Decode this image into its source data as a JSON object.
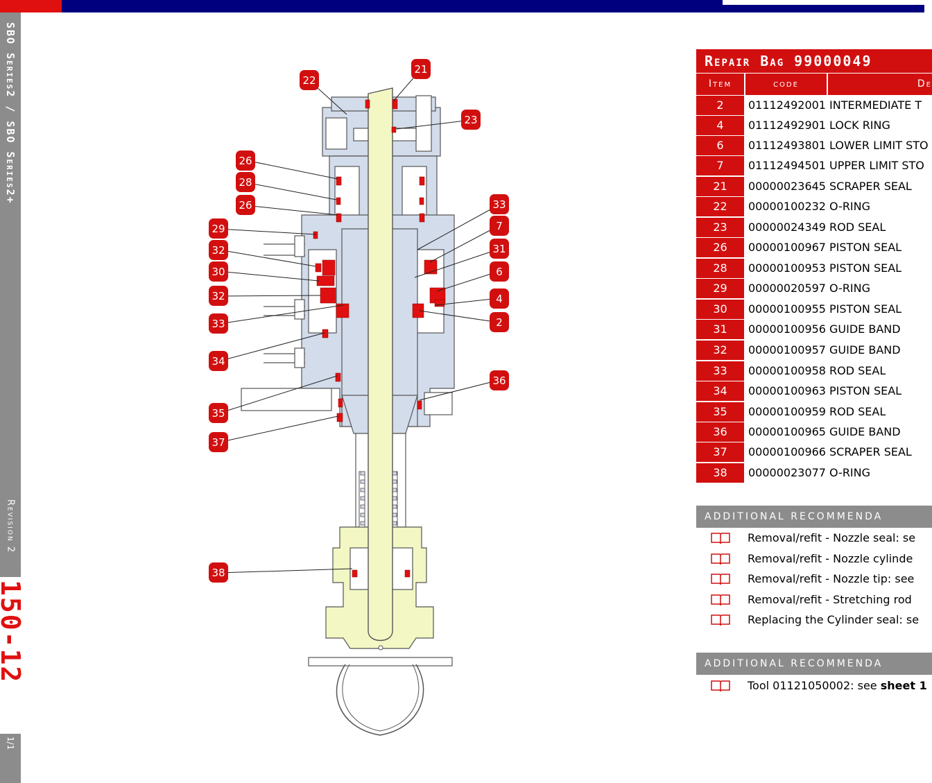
{
  "sidebar": {
    "series": "SBO Series2 / SBO Series2+",
    "revision": "Revision 2",
    "page_number": "150-12",
    "page_sub": "1/1"
  },
  "callouts": [
    "21",
    "22",
    "23",
    "26",
    "28",
    "26",
    "33",
    "7",
    "29",
    "31",
    "32",
    "6",
    "30",
    "4",
    "32",
    "2",
    "33",
    "34",
    "36",
    "35",
    "37",
    "38"
  ],
  "repair_bag": {
    "title": "Repair Bag 99000049",
    "headers": {
      "item": "Item",
      "code": "code",
      "description": "De"
    },
    "rows": [
      {
        "item": "2",
        "code": "01112492001",
        "description": "INTERMEDIATE T"
      },
      {
        "item": "4",
        "code": "01112492901",
        "description": "LOCK RING"
      },
      {
        "item": "6",
        "code": "01112493801",
        "description": "LOWER LIMIT STO"
      },
      {
        "item": "7",
        "code": "01112494501",
        "description": "UPPER LIMIT STO"
      },
      {
        "item": "21",
        "code": "00000023645",
        "description": "SCRAPER SEAL"
      },
      {
        "item": "22",
        "code": "00000100232",
        "description": "O-RING"
      },
      {
        "item": "23",
        "code": "00000024349",
        "description": "ROD SEAL"
      },
      {
        "item": "26",
        "code": "00000100967",
        "description": "PISTON SEAL"
      },
      {
        "item": "28",
        "code": "00000100953",
        "description": "PISTON SEAL"
      },
      {
        "item": "29",
        "code": "00000020597",
        "description": "O-RING"
      },
      {
        "item": "30",
        "code": "00000100955",
        "description": "PISTON SEAL"
      },
      {
        "item": "31",
        "code": "00000100956",
        "description": "GUIDE BAND"
      },
      {
        "item": "32",
        "code": "00000100957",
        "description": "GUIDE BAND"
      },
      {
        "item": "33",
        "code": "00000100958",
        "description": "ROD SEAL"
      },
      {
        "item": "34",
        "code": "00000100963",
        "description": "PISTON SEAL"
      },
      {
        "item": "35",
        "code": "00000100959",
        "description": "ROD SEAL"
      },
      {
        "item": "36",
        "code": "00000100965",
        "description": "GUIDE BAND"
      },
      {
        "item": "37",
        "code": "00000100966",
        "description": "SCRAPER SEAL"
      },
      {
        "item": "38",
        "code": "00000023077",
        "description": "O-RING"
      }
    ]
  },
  "recommendations_1": {
    "header": "ADDITIONAL RECOMMENDA",
    "items": [
      "Removal/refit - Nozzle seal: se",
      "Removal/refit - Nozzle cylinde",
      "Removal/refit - Nozzle tip: see",
      "Removal/refit - Stretching rod",
      "Replacing the Cylinder seal: se"
    ]
  },
  "recommendations_2": {
    "header": "ADDITIONAL RECOMMENDA",
    "items": [
      {
        "prefix": "Tool 01121050002: see ",
        "bold": "sheet 1"
      }
    ]
  },
  "colors": {
    "accent_red": "#d20f0f",
    "navy": "#00007f",
    "sidebar_gray": "#8c8c8c",
    "drawing_blue": "#d3dceb",
    "rod_yellow": "#f2f7c4"
  }
}
